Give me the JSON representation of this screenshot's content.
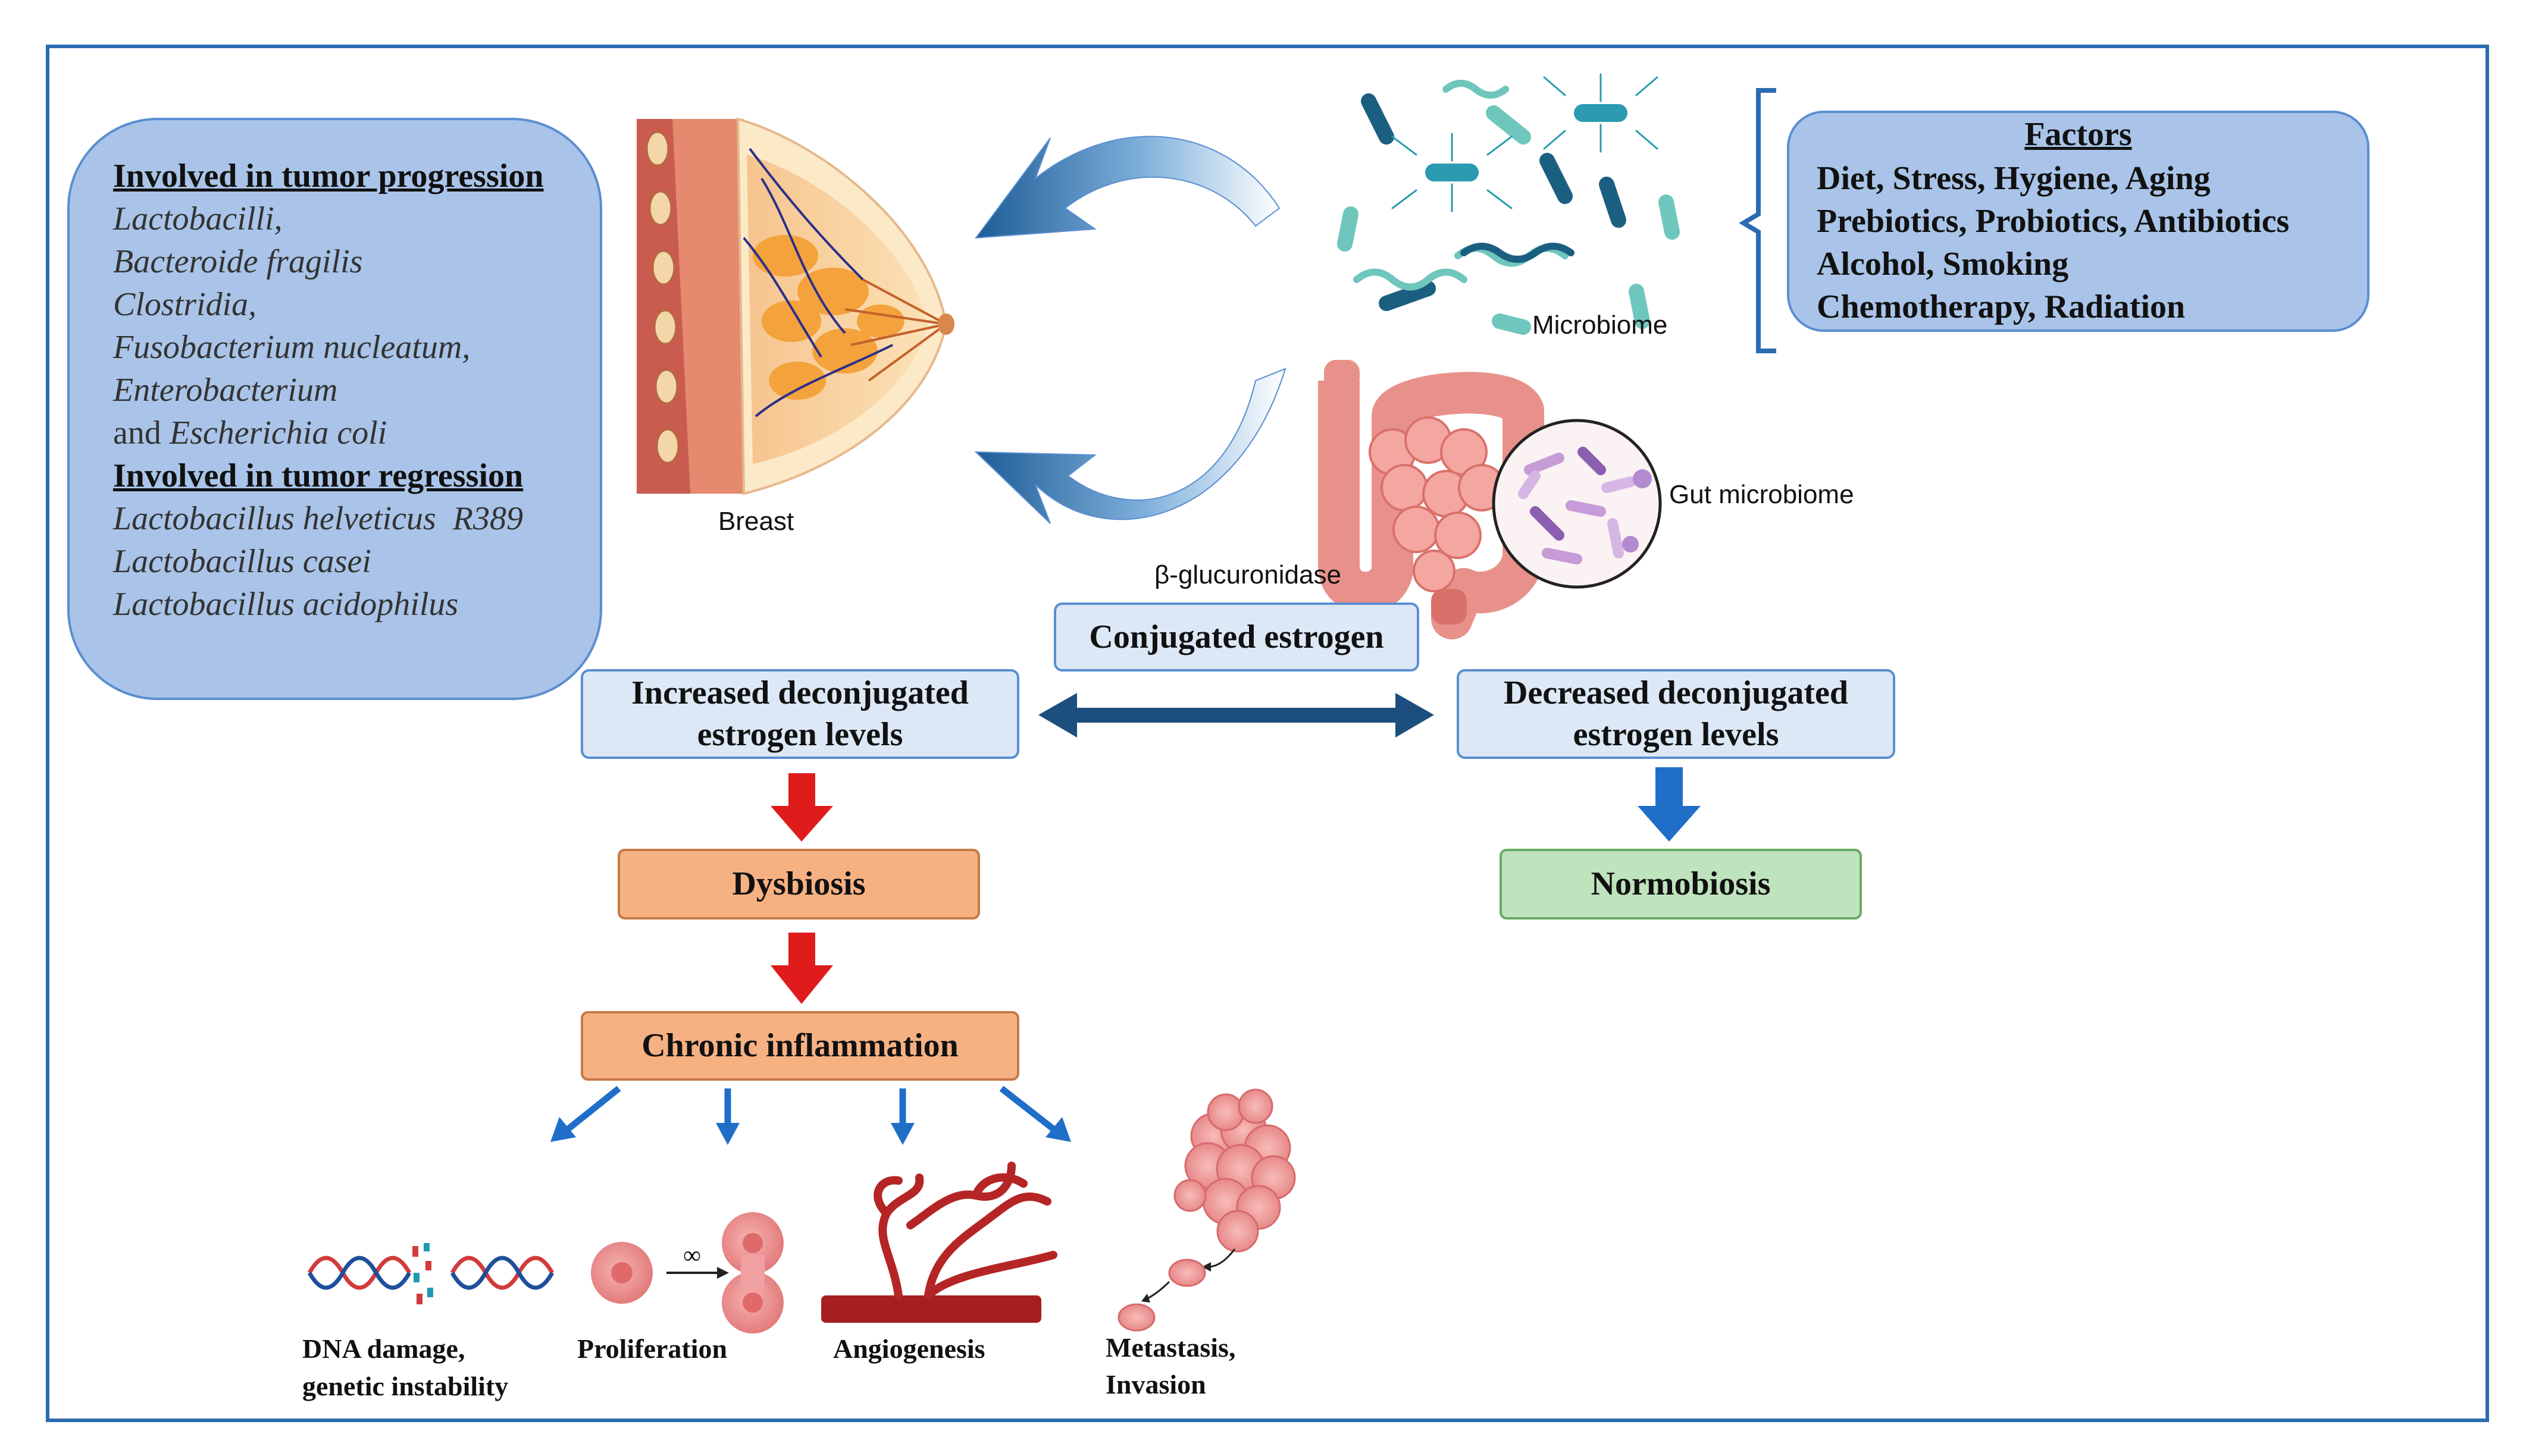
{
  "left_panel": {
    "progression_heading": "Involved in tumor progression",
    "progression_items": [
      "Lactobacilli,",
      "Bacteroide fragilis",
      "Clostridia,",
      "Fusobacterium nucleatum,",
      "Enterobacterium"
    ],
    "progression_last_prefix": "and ",
    "progression_last_item": "Escherichia coli",
    "regression_heading": "Involved in tumor regression",
    "regression_items": [
      "Lactobacillus helveticus  R389",
      "Lactobacillus casei",
      "Lactobacillus acidophilus"
    ]
  },
  "labels": {
    "breast": "Breast",
    "microbiome": "Microbiome",
    "gut_microbiome": "Gut microbiome",
    "enzyme": "β-glucuronidase",
    "infinity": "∞"
  },
  "factors": {
    "title": "Factors",
    "lines": [
      "Diet, Stress, Hygiene, Aging",
      "Prebiotics, Probiotics, Antibiotics",
      "Alcohol, Smoking",
      "Chemotherapy, Radiation"
    ]
  },
  "boxes": {
    "conjugated": "Conjugated estrogen",
    "increased": [
      "Increased deconjugated",
      "estrogen levels"
    ],
    "decreased": [
      "Decreased deconjugated",
      "estrogen levels"
    ],
    "dysbiosis": "Dysbiosis",
    "normobiosis": "Normobiosis",
    "inflammation": "Chronic inflammation"
  },
  "outcomes": {
    "dna": [
      "DNA damage,",
      "genetic instability"
    ],
    "proliferation": "Proliferation",
    "angiogenesis": "Angiogenesis",
    "metastasis": [
      "Metastasis,",
      "Invasion"
    ]
  },
  "colors": {
    "frame": "#2b6cb0",
    "panel_fill": "#a9c4e8",
    "box_fill": "#dce8f6",
    "orange_fill": "#f6b183",
    "green_fill": "#bfe3bd",
    "red_arrow": "#e01b1b",
    "blue_arrow": "#1f6fc9",
    "dark_arrow": "#1c4f7d"
  }
}
